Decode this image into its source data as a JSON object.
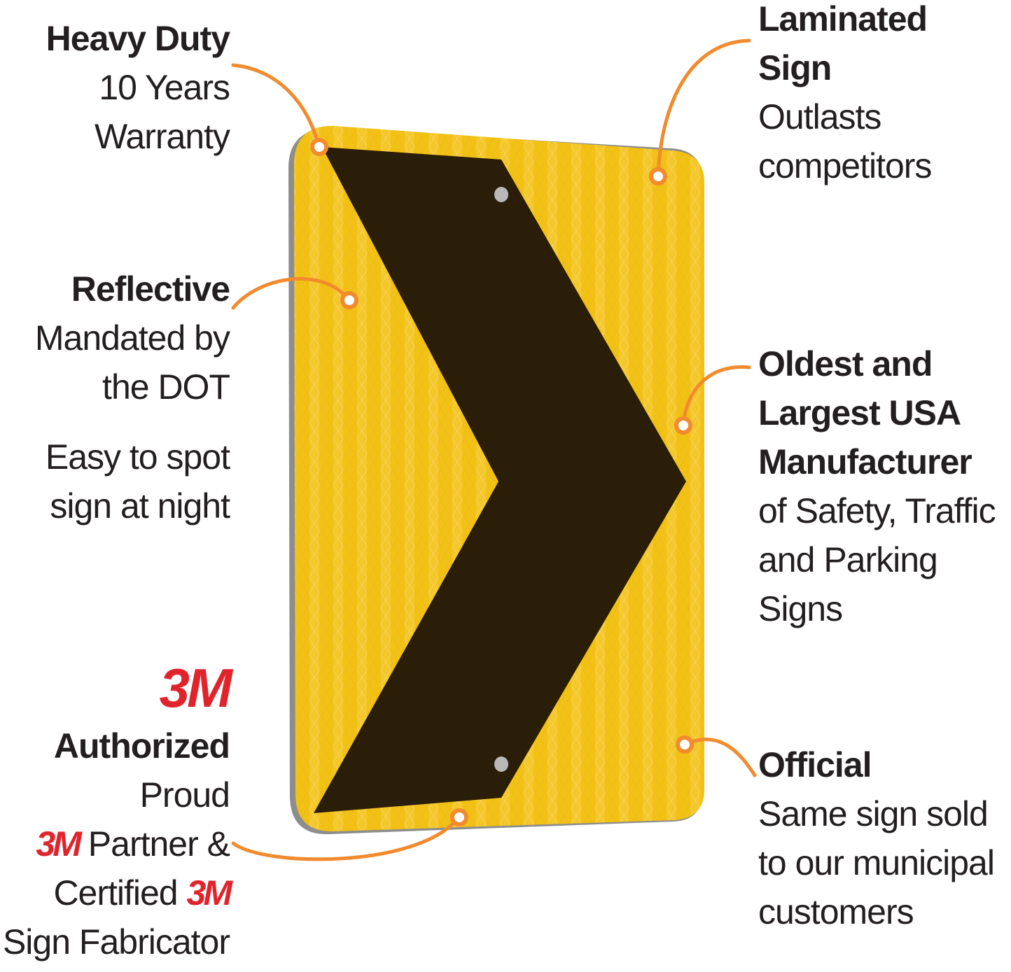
{
  "colors": {
    "sign_yellow": "#f2c116",
    "chevron": "#2a1e08",
    "callout_orange": "#f28a2e",
    "brand_3m_red": "#e0242c",
    "text": "#231f20"
  },
  "callouts": {
    "heavy_duty": {
      "title": "Heavy Duty",
      "line1": "10 Years",
      "line2": "Warranty"
    },
    "reflective": {
      "title": "Reflective",
      "line1": "Mandated by",
      "line2": "the DOT",
      "line3": "Easy to spot",
      "line4": "sign at night"
    },
    "authorized": {
      "logo": "3M",
      "title": "Authorized",
      "line1": "Proud",
      "line2_logo": "3M",
      "line2_text": "Partner &",
      "line3_text": "Certified",
      "line3_logo": "3M",
      "line4": "Sign Fabricator"
    },
    "laminated": {
      "title1": "Laminated",
      "title2": "Sign",
      "line1": "Outlasts",
      "line2": "competitors"
    },
    "oldest": {
      "title1": "Oldest and",
      "title2": "Largest USA",
      "title3": "Manufacturer",
      "line1": "of Safety, Traffic",
      "line2": "and Parking",
      "line3": "Signs"
    },
    "official": {
      "title": "Official",
      "line1": "Same sign sold",
      "line2": "to our municipal",
      "line3": "customers"
    }
  },
  "sign": {
    "icon": "chevron-right-icon"
  }
}
